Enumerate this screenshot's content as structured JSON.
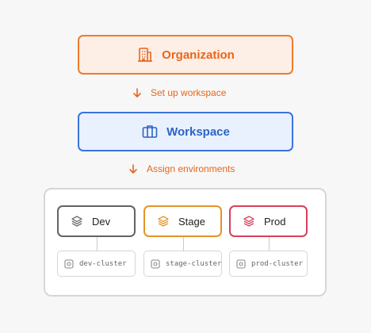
{
  "organization": {
    "label": "Organization",
    "icon": "building-icon",
    "color": "#f07b2a"
  },
  "steps": [
    {
      "label": "Set up workspace",
      "icon": "arrow-down-icon"
    },
    {
      "label": "Assign environments",
      "icon": "arrow-down-icon"
    }
  ],
  "workspace": {
    "label": "Workspace",
    "icon": "briefcase-icon",
    "color": "#3a74dc"
  },
  "environments": [
    {
      "label": "Dev",
      "icon": "layers-icon",
      "color": "#636363",
      "cluster": "dev-cluster",
      "cluster_icon": "chip-icon"
    },
    {
      "label": "Stage",
      "icon": "layers-icon",
      "color": "#e49428",
      "cluster": "stage-cluster",
      "cluster_icon": "chip-icon"
    },
    {
      "label": "Prod",
      "icon": "layers-icon",
      "color": "#d8405b",
      "cluster": "prod-cluster",
      "cluster_icon": "chip-icon"
    }
  ]
}
